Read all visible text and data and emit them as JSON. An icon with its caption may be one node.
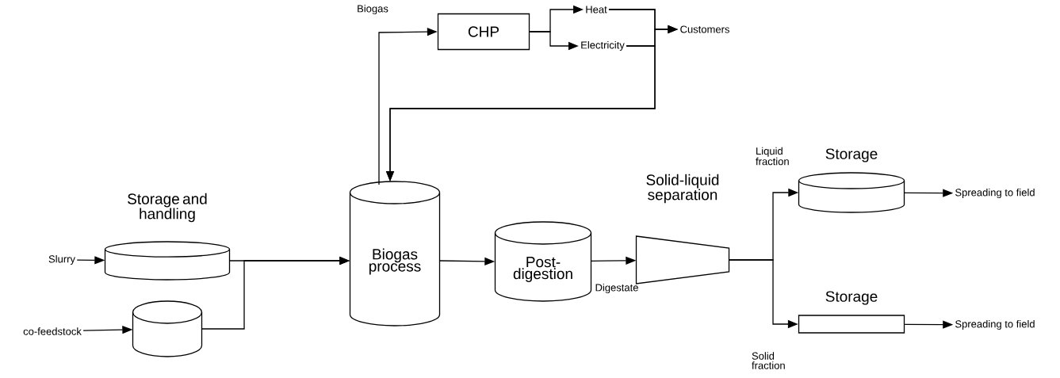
{
  "diagram": {
    "nodes": [
      {
        "text": [
          "Slurry"
        ]
      },
      {
        "text": [
          "co-feedstock"
        ]
      },
      {
        "text": [],
        "shape": "cylinder"
      },
      {
        "text": [],
        "shape": "cylinder"
      },
      {
        "text": [
          "Biogas process"
        ]
      },
      {
        "text": [
          "CHP"
        ]
      },
      {
        "text": [
          "Heat"
        ]
      },
      {
        "text": [
          "Electricity"
        ]
      },
      {
        "text": [
          "Customers"
        ]
      },
      {
        "text": [
          "Post-digestion"
        ]
      },
      {
        "text": [
          "Solid-liquid separation"
        ]
      },
      {
        "text": [
          "Storage"
        ]
      },
      {
        "text": [
          "Storage"
        ]
      },
      {
        "text": [
          "Spreading to field"
        ]
      },
      {
        "text": [
          "Spreading to field"
        ]
      }
    ],
    "edges": [
      {
        "from": 0,
        "to": 2,
        "arrow": "to"
      },
      {
        "from": 1,
        "to": 3,
        "arrow": "to"
      },
      {
        "from": 2,
        "to": 4,
        "arrow": "to"
      },
      {
        "from": 3,
        "to": 4,
        "arrow": "to"
      },
      {
        "from": 4,
        "to": 5,
        "arrow": "to",
        "label": "Biogas"
      },
      {
        "from": 5,
        "to": 6,
        "arrow": "to"
      },
      {
        "from": 5,
        "to": 7,
        "arrow": "to"
      },
      {
        "from": 6,
        "to": 8,
        "arrow": "to"
      },
      {
        "from": 7,
        "to": 8,
        "arrow": "to"
      },
      {
        "from": 6,
        "to": 4,
        "arrow": "to"
      },
      {
        "from": 7,
        "to": 4,
        "arrow": "to"
      },
      {
        "from": 4,
        "to": 9,
        "arrow": "to"
      },
      {
        "from": 9,
        "to": 10,
        "arrow": "to",
        "label": "Digestate"
      },
      {
        "from": 10,
        "to": 11,
        "arrow": "to",
        "label": "Liquid fraction"
      },
      {
        "from": 10,
        "to": 12,
        "arrow": "to",
        "label": "Solid fraction"
      },
      {
        "from": 11,
        "to": 13,
        "arrow": "to"
      },
      {
        "from": 12,
        "to": 14,
        "arrow": "to"
      }
    ],
    "labels": [
      "Storage and handling"
    ]
  }
}
